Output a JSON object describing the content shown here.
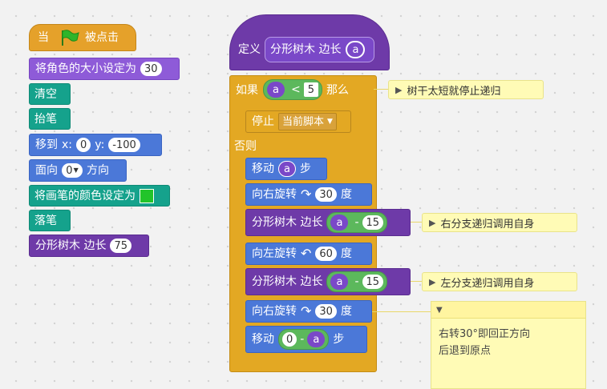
{
  "left_script": {
    "hat_when": "当",
    "hat_clicked": "被点击",
    "set_size": "将角色的大小设定为",
    "set_size_value": "30",
    "clear": "清空",
    "pen_up": "抬笔",
    "goto_label": "移到",
    "goto_x_label": "x:",
    "goto_x": "0",
    "goto_y_label": "y:",
    "goto_y": "-100",
    "point_label": "面向",
    "point_value": "0",
    "point_suffix": "方向",
    "set_pen_color": "将画笔的颜色设定为",
    "pen_down": "落笔",
    "call_label": "分形树木 边长",
    "call_value": "75"
  },
  "define_block": {
    "define_label": "定义",
    "proc_name": "分形树木 边长",
    "param": "a"
  },
  "if_block": {
    "if_label": "如果",
    "cond_param": "a",
    "cond_op": "<",
    "cond_value": "5",
    "then_label": "那么",
    "stop_label": "停止",
    "stop_option": "当前脚本",
    "else_label": "否则"
  },
  "else_body": {
    "move1_label": "移动",
    "move1_param": "a",
    "move1_suffix": "步",
    "turn_right1_label": "向右旋转",
    "turn_right1_value": "30",
    "turn_right1_suffix": "度",
    "call1_label": "分形树木 边长",
    "call1_param": "a",
    "call1_op": "-",
    "call1_value": "15",
    "turn_left_label": "向左旋转",
    "turn_left_value": "60",
    "turn_left_suffix": "度",
    "call2_label": "分形树木 边长",
    "call2_param": "a",
    "call2_op": "-",
    "call2_value": "15",
    "turn_right2_label": "向右旋转",
    "turn_right2_value": "30",
    "turn_right2_suffix": "度",
    "move2_label": "移动",
    "move2_value": "0",
    "move2_op": "-",
    "move2_param": "a",
    "move2_suffix": "步"
  },
  "comments": {
    "c1": "树干太短就停止递归",
    "c2": "右分支递归调用自身",
    "c3": "左分支递归调用自身",
    "c4_line1": "右转30°即回正方向",
    "c4_line2": "后退到原点"
  },
  "colors": {
    "events": "#e5a12a",
    "looks": "#8e5bd8",
    "pen": "#15a28c",
    "motion": "#4b78d8",
    "custom": "#6e3aa8",
    "control": "#e3a823",
    "operators": "#5cb85c",
    "comment": "#fffbb6",
    "pen_color_swatch": "#22c42a"
  },
  "icons": {
    "green_flag": "green-flag-icon",
    "turn_right": "turn-clockwise-icon",
    "turn_left": "turn-counterclockwise-icon",
    "dropdown": "dropdown-arrow-icon",
    "comment_arrow": "comment-collapse-arrow-icon"
  }
}
